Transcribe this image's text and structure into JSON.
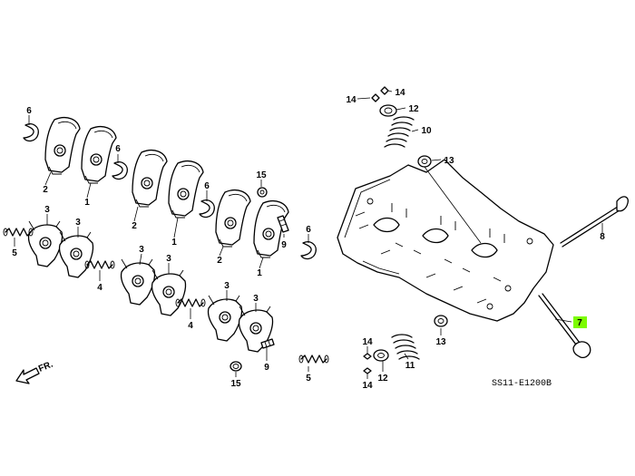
{
  "diagram_code": "SS11-E1200B",
  "direction_label": "FR.",
  "callouts": {
    "c6a": "6",
    "c2a": "2",
    "c1a": "1",
    "c6b": "6",
    "c2b": "2",
    "c1b": "1",
    "c15a": "15",
    "c6c": "6",
    "c2c": "2",
    "c1c": "1",
    "c9a": "9",
    "c6d": "6",
    "c3a": "3",
    "c3b": "3",
    "c5a": "5",
    "c4a": "4",
    "c3c": "3",
    "c3d": "3",
    "c4b": "4",
    "c3e": "3",
    "c3f": "3",
    "c9b": "9",
    "c15b": "15",
    "c5b": "5",
    "c14a": "14",
    "c14b": "14",
    "c12a": "12",
    "c10": "10",
    "c13a": "13",
    "c8": "8",
    "c7": "7",
    "c13b": "13",
    "c14c": "14",
    "c14d": "14",
    "c12b": "12",
    "c11": "11"
  }
}
